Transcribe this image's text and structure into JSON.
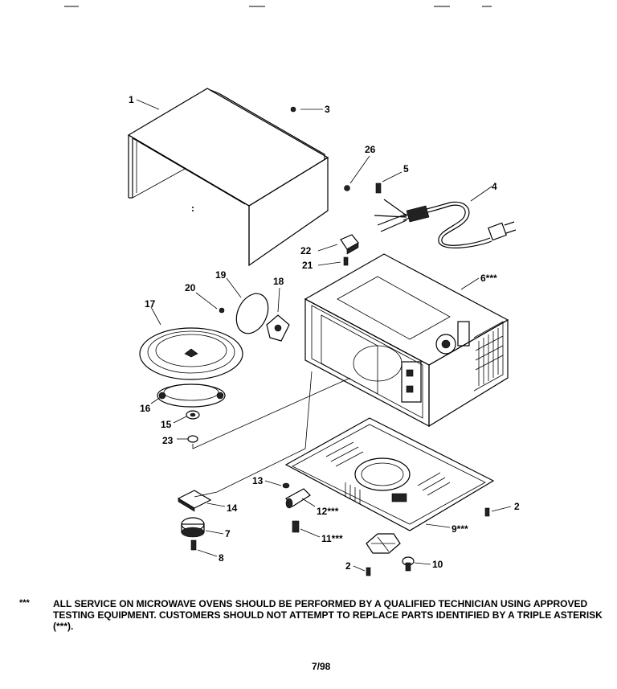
{
  "parts_diagram": {
    "callouts": [
      {
        "id": "c1",
        "label": "1"
      },
      {
        "id": "c3",
        "label": "3"
      },
      {
        "id": "c26",
        "label": "26"
      },
      {
        "id": "c5",
        "label": "5"
      },
      {
        "id": "c4",
        "label": "4"
      },
      {
        "id": "c22",
        "label": "22"
      },
      {
        "id": "c21",
        "label": "21"
      },
      {
        "id": "c6",
        "label": "6***"
      },
      {
        "id": "c19",
        "label": "19"
      },
      {
        "id": "c18",
        "label": "18"
      },
      {
        "id": "c20",
        "label": "20"
      },
      {
        "id": "c17",
        "label": "17"
      },
      {
        "id": "c16",
        "label": "16"
      },
      {
        "id": "c15",
        "label": "15"
      },
      {
        "id": "c23",
        "label": "23"
      },
      {
        "id": "c13",
        "label": "13"
      },
      {
        "id": "c12",
        "label": "12***"
      },
      {
        "id": "c2a",
        "label": "2"
      },
      {
        "id": "c14",
        "label": "14"
      },
      {
        "id": "c7",
        "label": "7"
      },
      {
        "id": "c8",
        "label": "8"
      },
      {
        "id": "c11",
        "label": "11***"
      },
      {
        "id": "c9",
        "label": "9***"
      },
      {
        "id": "c2b",
        "label": "2"
      },
      {
        "id": "c10",
        "label": "10"
      }
    ]
  },
  "footnote": {
    "marker": "***",
    "text": "ALL SERVICE ON MICROWAVE OVENS SHOULD BE PERFORMED BY A  QUALIFIED TECHNICIAN USING APPROVED TESTING EQUIPMENT.  CUSTOMERS SHOULD NOT ATTEMPT TO REPLACE PARTS IDENTIFIED BY A TRIPLE ASTERISK (***)."
  },
  "page_number": "7/98"
}
